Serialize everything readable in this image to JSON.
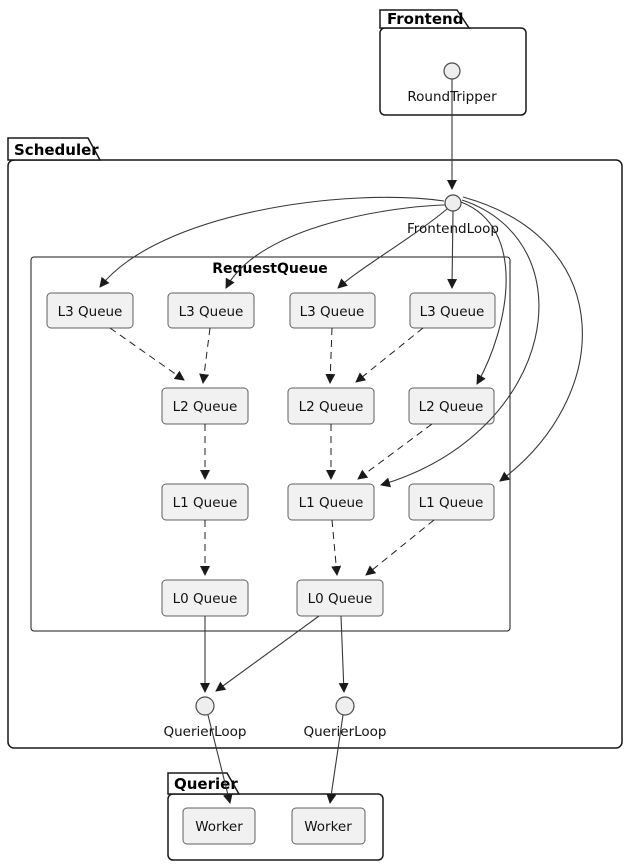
{
  "diagram": {
    "type": "plantuml-package-diagram",
    "frontend": {
      "title": "Frontend",
      "interface_label": "RoundTripper"
    },
    "scheduler": {
      "title": "Scheduler",
      "frontend_loop_label": "FrontendLoop",
      "request_queue": {
        "title": "RequestQueue",
        "l3_queues": [
          "L3 Queue",
          "L3 Queue",
          "L3 Queue",
          "L3 Queue"
        ],
        "l2_queues": [
          "L2 Queue",
          "L2 Queue",
          "L2 Queue"
        ],
        "l1_queues": [
          "L1 Queue",
          "L1 Queue",
          "L1 Queue"
        ],
        "l0_queues": [
          "L0 Queue",
          "L0 Queue"
        ]
      },
      "querier_loops": [
        "QuerierLoop",
        "QuerierLoop"
      ]
    },
    "querier": {
      "title": "Querier",
      "workers": [
        "Worker",
        "Worker"
      ]
    },
    "colors": {
      "background": "#ffffff",
      "package_border": "#181818",
      "node_fill": "#f1f1f1",
      "node_border": "#606060",
      "interface_fill": "#eeeeee",
      "edge": "#383838",
      "text": "#111111"
    }
  }
}
